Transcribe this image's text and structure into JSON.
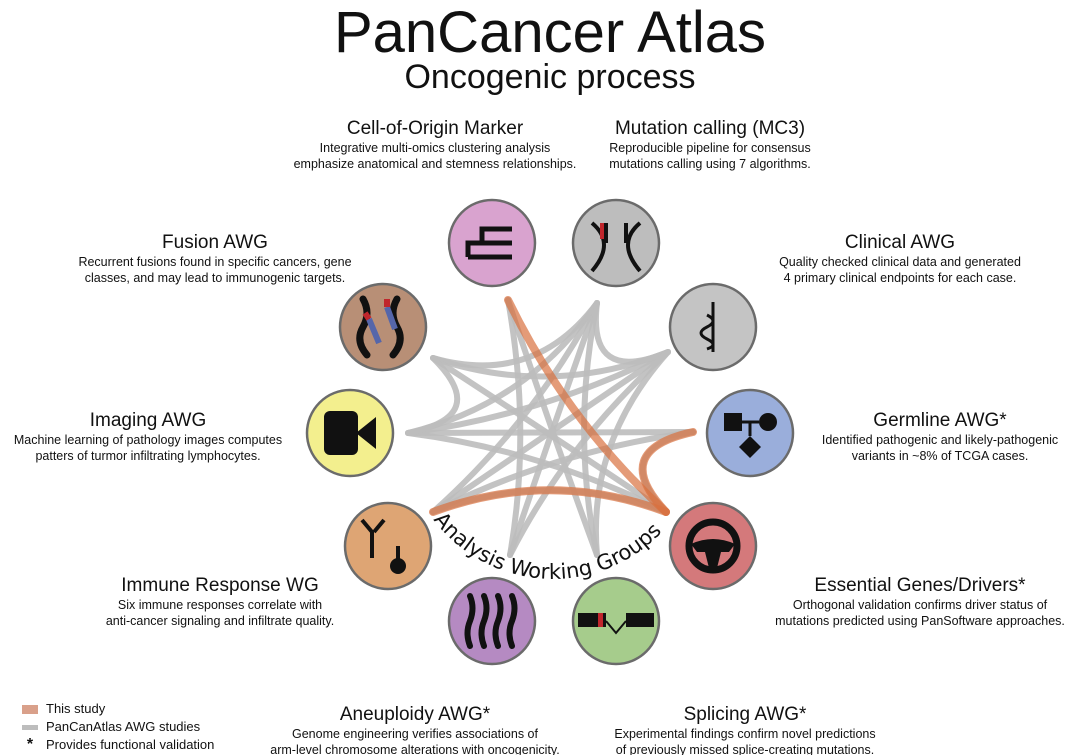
{
  "title": "PanCancer Atlas",
  "subtitle": "Oncogenic process",
  "center_label": "Analysis Working Groups",
  "groups": [
    {
      "name": "Cell-of-Origin Marker",
      "desc1": "Integrative multi-omics clustering analysis",
      "desc2": "emphasize anatomical and stemness relationships.",
      "color": "#d9a3cf",
      "icon": "cell-origin-icon"
    },
    {
      "name": "Mutation calling (MC3)",
      "desc1": "Reproducible pipeline for consensus",
      "desc2": "mutations calling using 7 algorithms.",
      "color": "#bdbdbd",
      "icon": "dna-helix-icon"
    },
    {
      "name": "Clinical AWG",
      "desc1": "Quality checked clinical data and generated",
      "desc2": "4 primary clinical endpoints for each case.",
      "color": "#c4c4c4",
      "icon": "caduceus-icon"
    },
    {
      "name": "Germline AWG*",
      "desc1": "Identified pathogenic and likely-pathogenic",
      "desc2": "variants in ~8% of TCGA cases.",
      "color": "#9aaedb",
      "icon": "pedigree-icon"
    },
    {
      "name": "Essential Genes/Drivers*",
      "desc1": "Orthogonal validation confirms driver status of",
      "desc2": "mutations predicted using PanSoftware approaches.",
      "color": "#d4797b",
      "icon": "steering-wheel-icon"
    },
    {
      "name": "Splicing AWG*",
      "desc1": "Experimental findings confirm novel predictions",
      "desc2": "of previously missed splice-creating mutations.",
      "color": "#a6cc8c",
      "icon": "splice-icon"
    },
    {
      "name": "Aneuploidy AWG*",
      "desc1": "Genome engineering verifies associations of",
      "desc2": "arm-level chromosome alterations with oncogenicity.",
      "color": "#b58ac2",
      "icon": "chromosomes-icon"
    },
    {
      "name": "Immune Response WG",
      "desc1": "Six immune responses correlate with",
      "desc2": "anti-cancer signaling and infiltrate quality.",
      "color": "#dea574",
      "icon": "antibody-icon"
    },
    {
      "name": "Imaging AWG",
      "desc1": "Machine learning of pathology images computes",
      "desc2": "patters of turmor infiltrating lymphocytes.",
      "color": "#f3ef8e",
      "icon": "video-camera-icon"
    },
    {
      "name": "Fusion AWG",
      "desc1": "Recurrent fusions found in specific cancers, gene",
      "desc2": "classes, and may lead to immunogenic targets.",
      "color": "#b88f76",
      "icon": "fusion-chromosome-icon"
    }
  ],
  "legend": {
    "this_study": "This study",
    "awg_studies": "PanCanAtlas AWG studies",
    "star": "*",
    "functional": "Provides functional validation",
    "this_color": "#d9896a",
    "awg_color": "#bdbdbd"
  }
}
